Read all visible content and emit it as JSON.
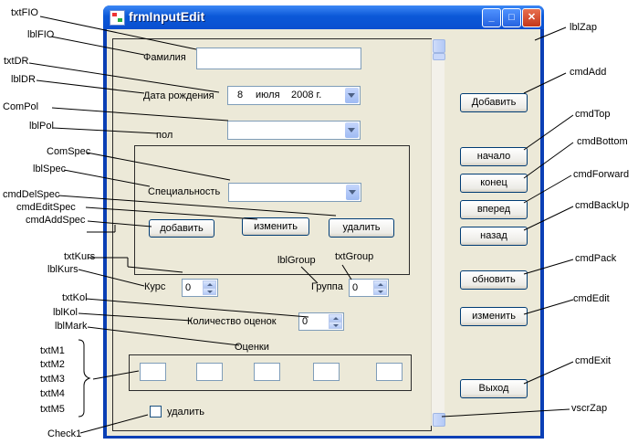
{
  "window": {
    "title": "frmInputEdit",
    "minimize_glyph": "_",
    "maximize_glyph": "□",
    "close_glyph": "✕"
  },
  "form": {
    "lblFIO": "Фамилия",
    "txtFIO_value": "",
    "lblDR": "Дата рождения",
    "date_day": "8",
    "date_month": "июля",
    "date_year": "2008 г.",
    "lblPol": "пол",
    "ComPol_value": "",
    "lblSpec": "Специальность",
    "ComSpec_value": "",
    "cmdAddSpec": "добавить",
    "cmdEditSpec": "изменить",
    "cmdDelSpec": "удалить",
    "lblGroup_caption": "Группа",
    "txtGroup_value": "0",
    "lblKurs": "Курс",
    "txtKurs_value": "0",
    "lblKol": "Количество оценок",
    "txtKol_value": "0",
    "lblMark": "Оценки",
    "marks": [
      "",
      "",
      "",
      "",
      ""
    ],
    "check1_label": "удалить"
  },
  "buttons": {
    "cmdAdd": "Добавить",
    "cmdTop": "начало",
    "cmdBottom": "конец",
    "cmdForward": "вперед",
    "cmdBackUp": "назад",
    "cmdPack": "обновить",
    "cmdEdit": "изменить",
    "cmdExit": "Выход"
  },
  "callouts": {
    "txtFIO": "txtFIO",
    "lblFIO": "lblFIO",
    "txtDR": "txtDR",
    "lblDR": "lblDR",
    "ComPol": "ComPol",
    "lblPol": "lblPol",
    "ComSpec": "ComSpec",
    "lblSpec": "lblSpec",
    "cmdDelSpec": "cmdDelSpec",
    "cmdEditSpec": "cmdEditSpec",
    "cmdAddSpec": "cmdAddSpec",
    "txtKurs": "txtKurs",
    "lblKurs": "lblKurs",
    "lblGroup": "lblGroup",
    "txtGroup": "txtGroup",
    "txtKol": "txtKol",
    "lblKol": "lblKol",
    "lblMark": "lblMark",
    "txtM": [
      "txtM1",
      "txtM2",
      "txtM3",
      "txtM4",
      "txtM5"
    ],
    "Check1": "Check1",
    "lblZap": "lblZap",
    "cmdAdd": "cmdAdd",
    "cmdTop": "cmdTop",
    "cmdBottom": "cmdBottom",
    "cmdForward": "cmdForward",
    "cmdBackUp": "cmdBackUp",
    "cmdPack": "cmdPack",
    "cmdEdit": "cmdEdit",
    "cmdExit": "cmdExit",
    "vscrZap": "vscrZap"
  }
}
